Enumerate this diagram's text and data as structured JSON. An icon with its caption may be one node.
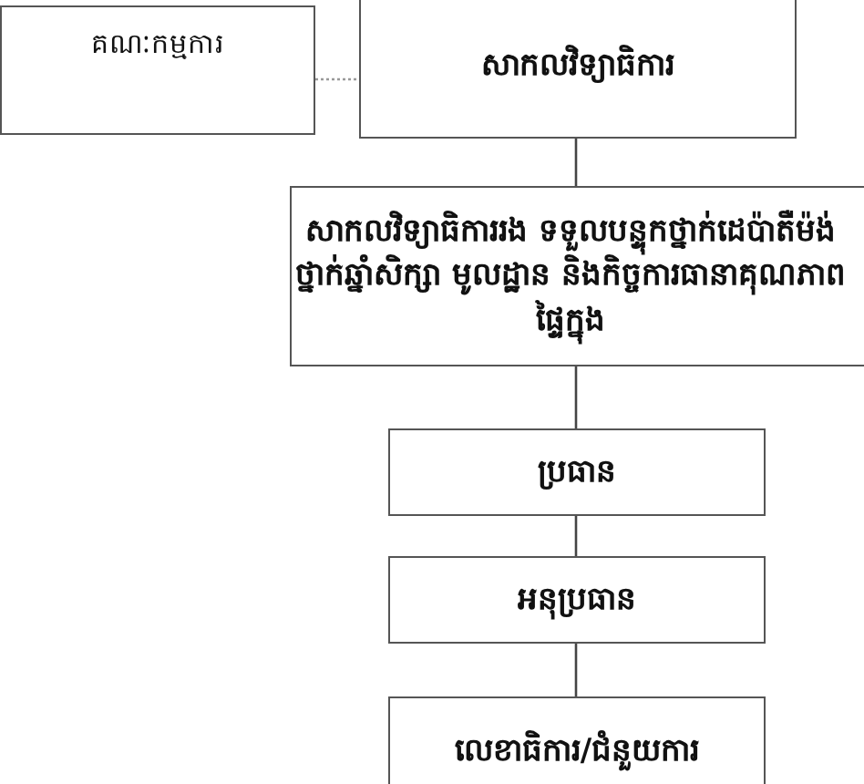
{
  "diagram": {
    "nodes": [
      {
        "text": [
          "គណៈកម្មការ"
        ]
      },
      {
        "text": [
          "សាកលវិទ្យាធិការ"
        ]
      },
      {
        "text": [
          "សាកលវិទ្យាធិការរង ទទួលបន្ទុកថ្នាក់ដេប៉ាតឺម៉ង់ថ្នាក់ឆ្នាំសិក្សា មូលដ្ឋាន និងកិច្ចការធានាគុណភាពផ្ទៃក្នុង"
        ]
      },
      {
        "text": [
          "ប្រធាន"
        ]
      },
      {
        "text": [
          "អនុប្រធាន"
        ]
      },
      {
        "text": [
          "លេខាធិការ/ជំនួយការ"
        ]
      }
    ],
    "edges": [
      {
        "from": 0,
        "to": 1,
        "arrow": "none",
        "style": "dashed",
        "color": "#999999"
      },
      {
        "from": 1,
        "to": 2,
        "arrow": "none"
      },
      {
        "from": 2,
        "to": 3,
        "arrow": "none"
      },
      {
        "from": 3,
        "to": 4,
        "arrow": "none"
      },
      {
        "from": 4,
        "to": 5,
        "arrow": "none"
      }
    ]
  }
}
